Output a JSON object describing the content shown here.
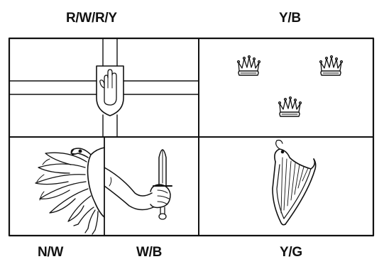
{
  "labels": {
    "top_left": "R/W/R/Y",
    "top_right": "Y/B",
    "bottom_left_a": "N/W",
    "bottom_left_b": "W/B",
    "bottom_right": "Y/G"
  },
  "colors": {
    "ink": "#111111",
    "background": "#ffffff"
  },
  "panels": [
    {
      "quadrant": "top-left",
      "emblem": "red-hand-on-cross"
    },
    {
      "quadrant": "top-right",
      "emblem": "three-crowns"
    },
    {
      "quadrant": "bottom-left",
      "emblem": "eagle-and-sword-arm"
    },
    {
      "quadrant": "bottom-right",
      "emblem": "harp"
    }
  ]
}
